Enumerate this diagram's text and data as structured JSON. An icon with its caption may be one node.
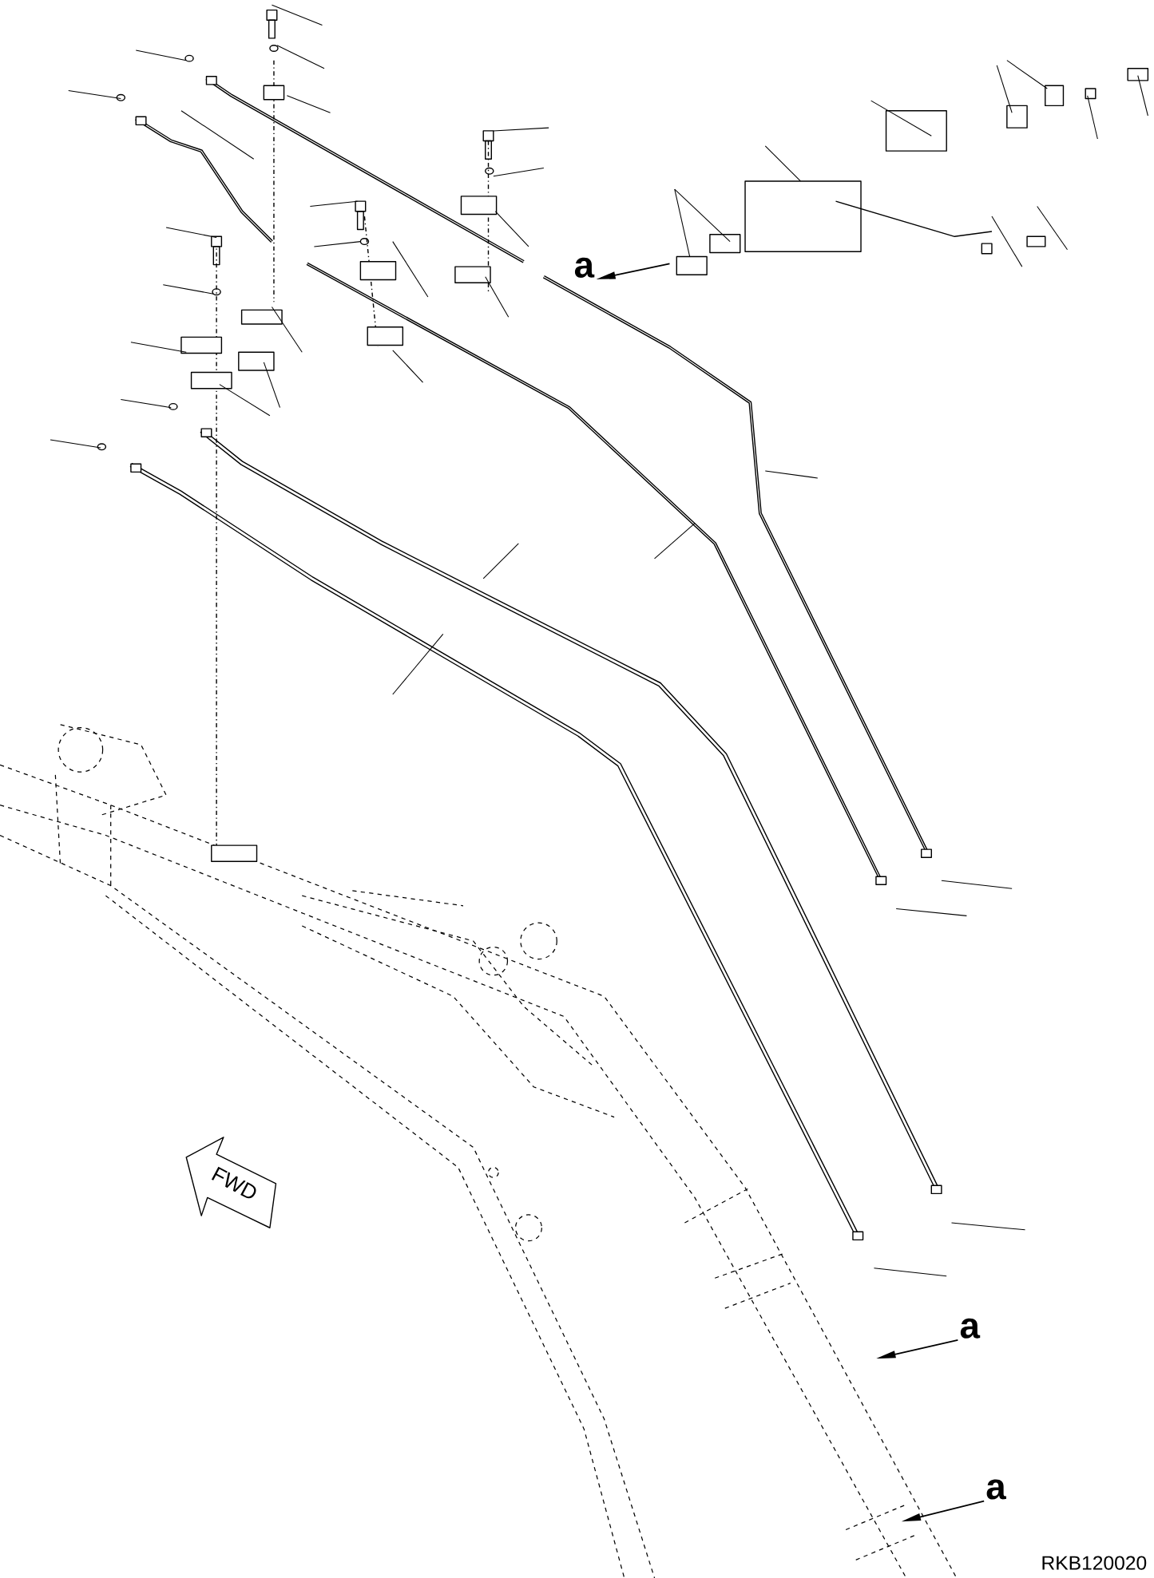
{
  "diagram": {
    "nodes": [
      {
        "text": [
          "a"
        ]
      },
      {
        "text": [
          "a"
        ]
      },
      {
        "text": [
          "a"
        ]
      }
    ],
    "edges": [
      {
        "from": null,
        "to": 0,
        "arrow": "to"
      },
      {
        "from": 1,
        "to": null,
        "arrow": "to"
      },
      {
        "from": 2,
        "to": null,
        "arrow": "to"
      }
    ],
    "labels": [
      "FWD",
      "RKB120020"
    ]
  }
}
